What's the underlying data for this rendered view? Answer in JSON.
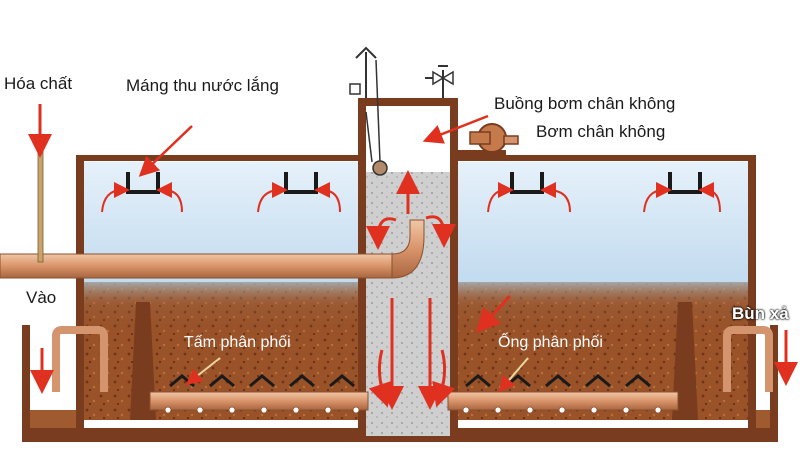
{
  "labels": {
    "chemical": "Hóa chất",
    "collection_trough": "Máng thu nước lắng",
    "vacuum_chamber": "Buồng bơm chân không",
    "vacuum_pump": "Bơm chân không",
    "inlet": "Vào",
    "sludge_discharge": "Bùn xả",
    "distribution_plate": "Tấm phân phối",
    "distribution_pipe": "Ống phân phối"
  },
  "colors": {
    "water": "#cfe3f3",
    "wall": "#7a3c1e",
    "pipe": "#d4956e",
    "sludge": "#8a4a25",
    "arrow": "#e03020",
    "column": "#c8c8c8"
  }
}
